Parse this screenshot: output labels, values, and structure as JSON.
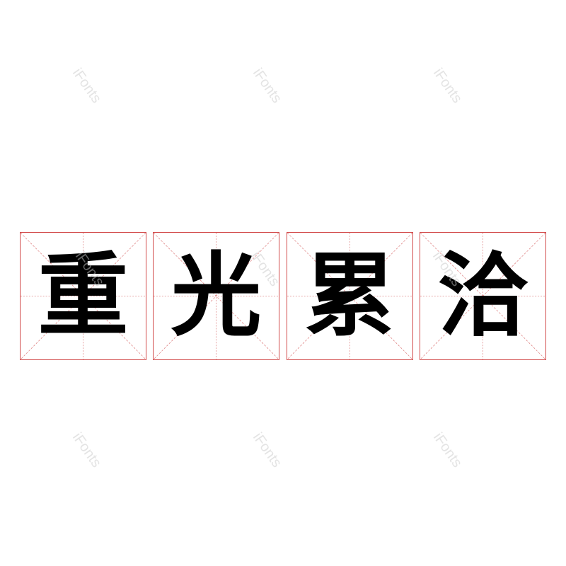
{
  "watermark_text": "iFonts",
  "characters": [
    "重",
    "光",
    "累",
    "洽"
  ],
  "grid_color": "#d24b4b",
  "glyph_color": "#000000"
}
